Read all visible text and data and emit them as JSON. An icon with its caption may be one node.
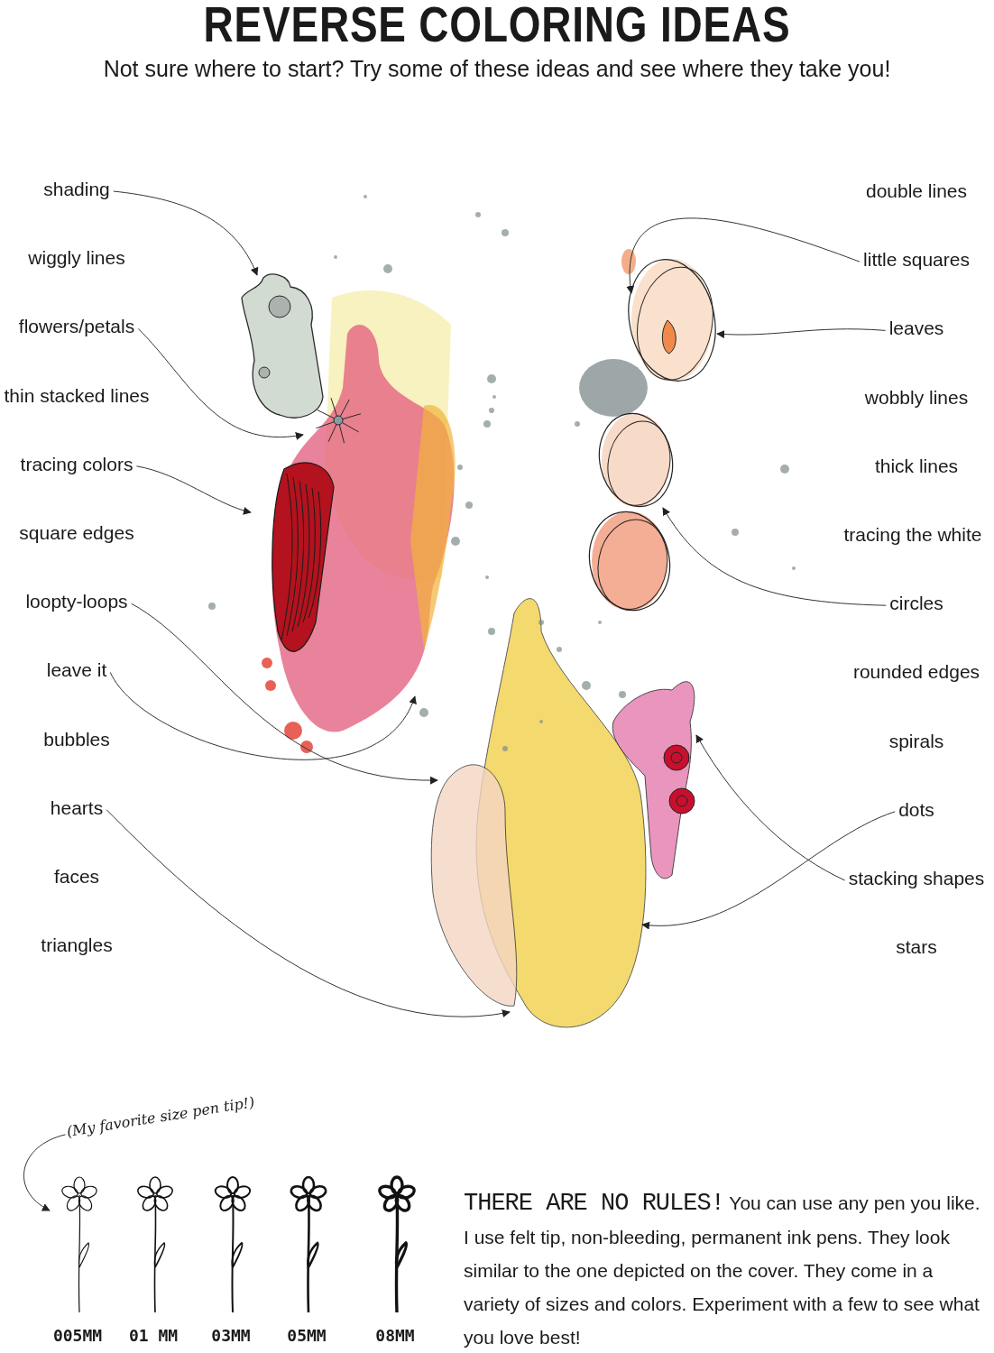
{
  "diagram": {
    "title": "REVERSE COLORING IDEAS",
    "nodes": [
      {
        "text": [
          "shading"
        ]
      },
      {
        "text": [
          "wiggly lines"
        ]
      },
      {
        "text": [
          "flowers/petals"
        ]
      },
      {
        "text": [
          "thin stacked lines"
        ]
      },
      {
        "text": [
          "tracing colors"
        ]
      },
      {
        "text": [
          "square edges"
        ]
      },
      {
        "text": [
          "loopty-loops"
        ]
      },
      {
        "text": [
          "leave it"
        ]
      },
      {
        "text": [
          "bubbles"
        ]
      },
      {
        "text": [
          "hearts"
        ]
      },
      {
        "text": [
          "faces"
        ]
      },
      {
        "text": [
          "triangles"
        ]
      },
      {
        "text": [
          "double lines"
        ]
      },
      {
        "text": [
          "little squares"
        ]
      },
      {
        "text": [
          "leaves"
        ]
      },
      {
        "text": [
          "wobbly lines"
        ]
      },
      {
        "text": [
          "thick lines"
        ]
      },
      {
        "text": [
          "tracing the white"
        ]
      },
      {
        "text": [
          "circles"
        ]
      },
      {
        "text": [
          "rounded edges"
        ]
      },
      {
        "text": [
          "spirals"
        ]
      },
      {
        "text": [
          "dots"
        ]
      },
      {
        "text": [
          "stacking shapes"
        ]
      },
      {
        "text": [
          "stars"
        ]
      },
      {
        "text": [
          "(My favorite size pen tip!)"
        ]
      }
    ],
    "edges": [
      {
        "from": 0,
        "to": null,
        "arrow": "to"
      },
      {
        "from": 2,
        "to": null,
        "arrow": "to"
      },
      {
        "from": 4,
        "to": null,
        "arrow": "to"
      },
      {
        "from": 6,
        "to": null,
        "arrow": "to"
      },
      {
        "from": 7,
        "to": null,
        "arrow": "to"
      },
      {
        "from": 9,
        "to": null,
        "arrow": "to"
      },
      {
        "from": 13,
        "to": null,
        "arrow": "to"
      },
      {
        "from": 14,
        "to": null,
        "arrow": "to"
      },
      {
        "from": 18,
        "to": null,
        "arrow": "to"
      },
      {
        "from": 21,
        "to": null,
        "arrow": "to"
      },
      {
        "from": 22,
        "to": null,
        "arrow": "to"
      },
      {
        "from": 24,
        "to": null,
        "arrow": "to"
      }
    ],
    "labels": [
      "Not sure where to start? Try some of these ideas and see where they take you!",
      "005MM",
      "01 MM",
      "03MM",
      "05MM",
      "08MM",
      "**THERE ARE NO RULES!** You can use any pen you like. I use felt tip, non-bleeding, permanent ink pens. They look similar to the one depicted on the cover. They come in a variety of sizes and colors. Experiment with a few to see what you love best!"
    ]
  }
}
